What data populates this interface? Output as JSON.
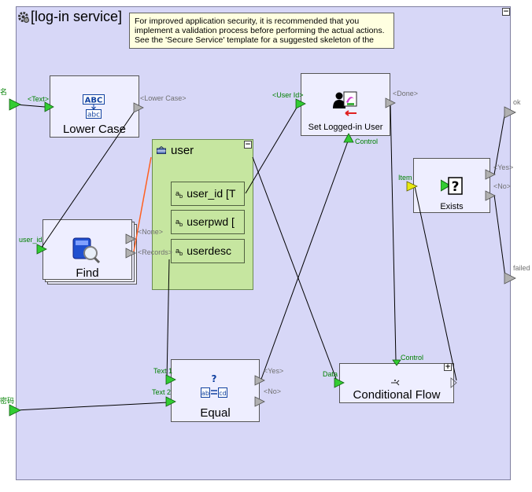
{
  "service": {
    "title": "[log-in service]",
    "collapse_symbol": "−"
  },
  "note": {
    "lines": [
      "For improved application security, it is recommended that you",
      "implement a validation process  before performing the actual actions.",
      "See the 'Secure Service' template for a suggested skeleton of the"
    ]
  },
  "inputs": {
    "username_label": "名",
    "password_label": "密码"
  },
  "outputs": {
    "ok_label": "ok",
    "failed_label": "failed"
  },
  "nodes": {
    "lower_case": {
      "title": "Lower Case",
      "icon_top": "ABC",
      "icon_bottom": "abc",
      "in_port": "<Text>",
      "out_port": "<Lower Case>"
    },
    "find": {
      "title": "Find",
      "in_port": "user_id",
      "out_none": "<None>",
      "out_records": "<Records>"
    },
    "user": {
      "title": "user",
      "fields": [
        "user_id [T",
        "userpwd [",
        "userdesc"
      ]
    },
    "set_logged_in": {
      "title": "Set Logged-in User",
      "in_port": "<User Id>",
      "out_port": "<Done>",
      "control_port": "Control"
    },
    "exists": {
      "title": "Exists",
      "in_port": "Item",
      "out_yes": "<Yes>",
      "out_no": "<No>"
    },
    "equal": {
      "title": "Equal",
      "in_text1": "Text 1",
      "in_text2": "Text 2",
      "out_yes": "<Yes>",
      "out_no": "<No>"
    },
    "conditional_flow": {
      "title": "Conditional Flow",
      "in_data": "Data",
      "control_port": "Control",
      "expand_symbol": "+"
    }
  },
  "colors": {
    "canvas": "#d7d7f7",
    "node": "#eeeeff",
    "table_panel": "#c6e6a0",
    "note": "#ffffe0",
    "port_in": "#33cc33",
    "port_out": "#b0b0b0",
    "highlight_wire": "#ff6020"
  }
}
